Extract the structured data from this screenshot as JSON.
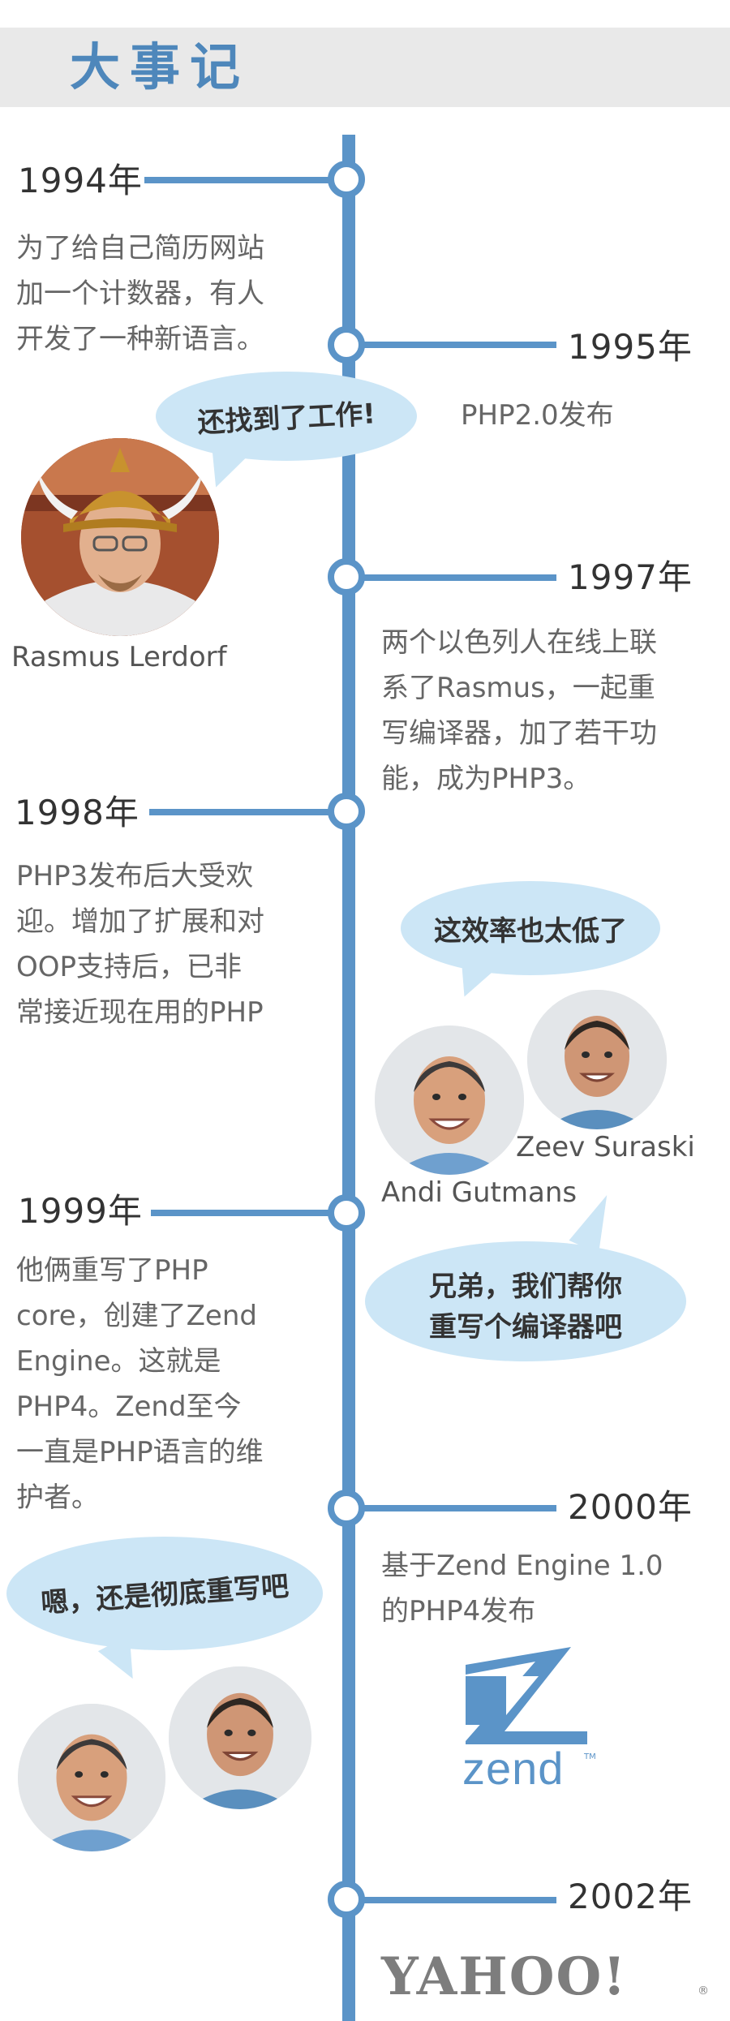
{
  "header": {
    "title": "大事记"
  },
  "events": [
    {
      "year": "1994年",
      "lines": [
        "为了给自己简历网站",
        "加一个计数器，有人",
        "开发了一种新语言。"
      ]
    },
    {
      "year": "1995年",
      "lines": [
        "PHP2.0发布"
      ]
    },
    {
      "year": "1997年",
      "lines": [
        "两个以色列人在线上联",
        "系了Rasmus，一起重",
        "写编译器，加了若干功",
        "能，成为PHP3。"
      ]
    },
    {
      "year": "1998年",
      "lines": [
        "PHP3发布后大受欢",
        "迎。增加了扩展和对",
        "OOP支持后，已非",
        "常接近现在用的PHP"
      ]
    },
    {
      "year": "1999年",
      "lines": [
        "他俩重写了PHP",
        "core，创建了Zend",
        "Engine。这就是",
        "PHP4。Zend至今",
        "一直是PHP语言的维",
        "护者。"
      ]
    },
    {
      "year": "2000年",
      "lines": [
        "基于Zend Engine 1.0",
        "的PHP4发布"
      ]
    },
    {
      "year": "2002年",
      "lines": []
    }
  ],
  "bubbles": {
    "b1": "还找到了工作!",
    "b2": "这效率也太低了",
    "b3_line1": "兄弟，我们帮你",
    "b3_line2": "重写个编译器吧",
    "b4": "嗯，还是彻底重写吧"
  },
  "people": {
    "rasmus": "Rasmus Lerdorf",
    "zeev": "Zeev Suraski",
    "andi": "Andi Gutmans"
  },
  "logos": {
    "zend": "zend",
    "zend_tm": "TM",
    "yahoo": "YAHOO!",
    "yahoo_r": "®"
  },
  "colors": {
    "timeline": "#5b94c8",
    "bubble": "#cce6f6",
    "header_bg": "#e9e9e9",
    "title": "#4e87bb",
    "zend_blue": "#5b94c8",
    "yahoo_gray": "#7d7d7d"
  }
}
